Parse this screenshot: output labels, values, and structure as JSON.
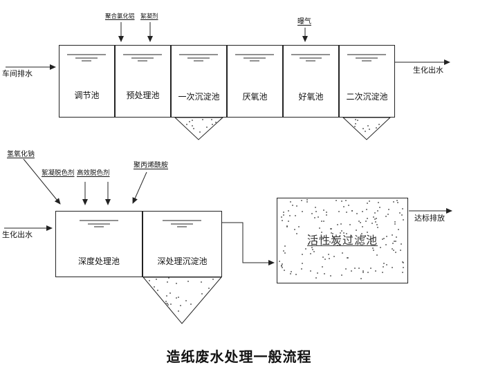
{
  "title": "造纸废水处理一般流程",
  "stage1": {
    "inlet": "车间排水",
    "outlet": "生化出水",
    "tanks": [
      "调节池",
      "预处理池",
      "一次沉淀池",
      "厌氧池",
      "好氧池",
      "二次沉淀池"
    ],
    "feeds": [
      "聚合氯化铝",
      "絮凝剂",
      "曝气"
    ]
  },
  "stage2": {
    "inlet": "生化出水",
    "outlet": "达标排放",
    "tanks": [
      "深度处理池",
      "深处理沉淀池",
      "活性炭过滤池"
    ],
    "feeds": [
      "氢氧化钠",
      "絮凝脱色剂",
      "高效脱色剂",
      "聚丙烯酰胺"
    ]
  },
  "colors": {
    "line": "#222222",
    "text": "#111111"
  }
}
